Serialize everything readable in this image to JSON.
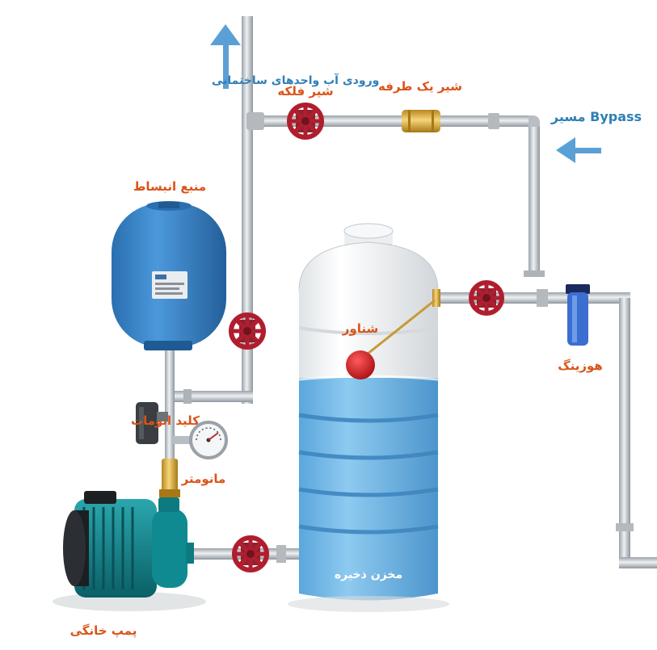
{
  "labels": {
    "building_inlet": "ورودی آب واحدهای ساختمانی",
    "gate_valve": "شیر فلکه",
    "check_valve": "شیر یک طرفه",
    "bypass_path": "مسیر Bypass",
    "expansion_tank": "منبع انبساط",
    "float": "شناور",
    "filter": "هوزینگ",
    "pressure_switch": "کلید اتومات",
    "manometer": "مانومتر",
    "storage_tank": "مخزن ذخیره",
    "pump": "پمپ خانگی"
  },
  "colors": {
    "pipe": "#c8cdd2",
    "valve": "#b01e2e",
    "expansion_tank": "#2f7fc4",
    "water": "#6fb4e6",
    "arrow": "#5aa0d6",
    "label": "#d9541a",
    "pump": "#0f7f86",
    "brass": "#d8a93a"
  }
}
